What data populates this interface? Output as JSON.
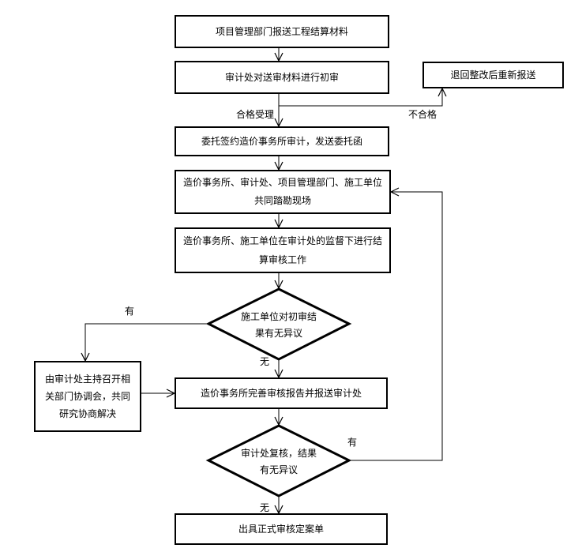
{
  "nodes": {
    "n1": "项目管理部门报送工程结算材料",
    "n2": "审计处对送审材料进行初审",
    "n3": "退回整改后重新报送",
    "n4": "委托签约造价事务所审计，发送委托函",
    "n5": "造价事务所、审计处、项目管理部门、施工单位\n共同踏勘现场",
    "n6": "造价事务所、施工单位在审计处的监督下进行结\n算审核工作",
    "d1": "施工单位对初审结\n果有无异议",
    "n7": "由审计处主持召开相\n关部门协调会，共同\n研究协商解决",
    "n8": "造价事务所完善审核报告并报送审计处",
    "d2": "审计处复核，结果\n有无异议",
    "n9": "出具正式审核定案单"
  },
  "edges": {
    "pass": "合格受理",
    "fail": "不合格",
    "d1_yes": "有",
    "d1_no": "无",
    "d2_yes": "有",
    "d2_no": "无"
  }
}
